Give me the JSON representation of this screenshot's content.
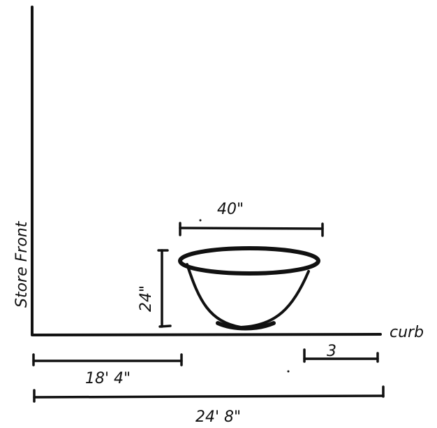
{
  "labels": {
    "storefront": "Store Front",
    "curb": "curb",
    "planter_width": "40\"",
    "planter_height": "24\"",
    "distance_storefront_to_planter": "18' 4\"",
    "distance_to_curb": "3",
    "total_width": "24' 8\""
  }
}
